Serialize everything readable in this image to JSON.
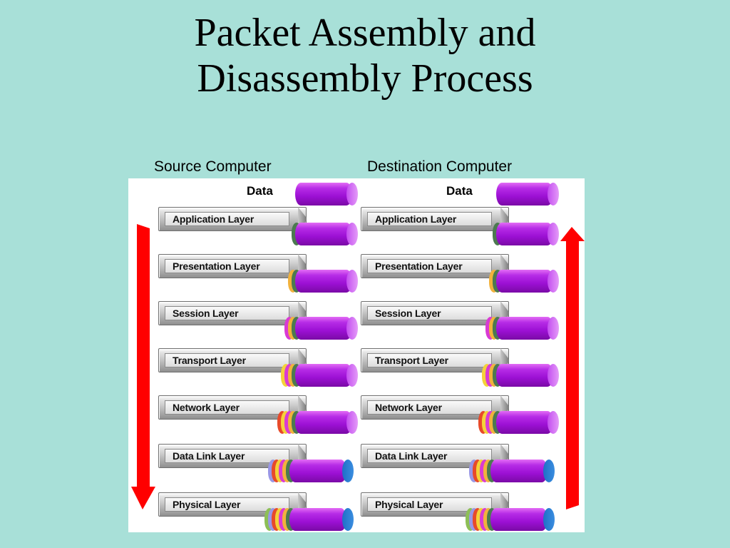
{
  "title": {
    "line1": "Packet Assembly and",
    "line2": "Disassembly Process"
  },
  "columns": {
    "source": "Source Computer",
    "destination": "Destination Computer"
  },
  "data_label": "Data",
  "layers": [
    "Application Layer",
    "Presentation Layer",
    "Session Layer",
    "Transport Layer",
    "Network Layer",
    "Data Link Layer",
    "Physical Layer"
  ],
  "header_colors": [
    "#4c7a50",
    "#f2b23c",
    "#d93ad4",
    "#f4d23a",
    "#e84a2a",
    "#9a97e6",
    "#8dbf56"
  ],
  "trailer_color": "#3a8ee0",
  "flow": {
    "source_direction": "down",
    "destination_direction": "up",
    "arrow_color": "#ff0000"
  }
}
